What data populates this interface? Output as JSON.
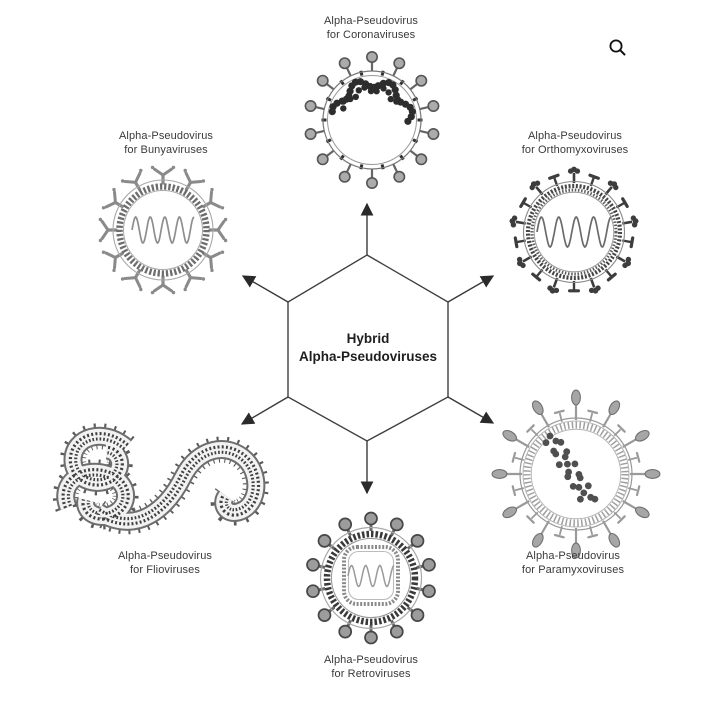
{
  "figure": {
    "center": {
      "label": "Hybrid\nAlpha-Pseudoviruses"
    },
    "viruses": [
      {
        "id": "coronaviruses",
        "label": "Alpha-Pseudovirus\nfor Coronaviruses"
      },
      {
        "id": "bunyaviruses",
        "label": "Alpha-Pseudovirus\nfor Bunyaviruses"
      },
      {
        "id": "orthomyxoviruses",
        "label": "Alpha-Pseudovirus\nfor Orthomyxoviruses"
      },
      {
        "id": "flioviruses",
        "label": "Alpha-Pseudovirus\nfor Flioviruses"
      },
      {
        "id": "paramyxoviruses",
        "label": "Alpha-Pseudovirus\nfor Paramyxoviruses"
      },
      {
        "id": "retroviruses",
        "label": "Alpha-Pseudovirus\nfor Retroviruses"
      }
    ],
    "colors": {
      "background": "#ffffff",
      "line_ink": "#3f3f3f",
      "dark_ink": "#2d2d2d",
      "artwork_gray": "#8a8a8a"
    }
  }
}
